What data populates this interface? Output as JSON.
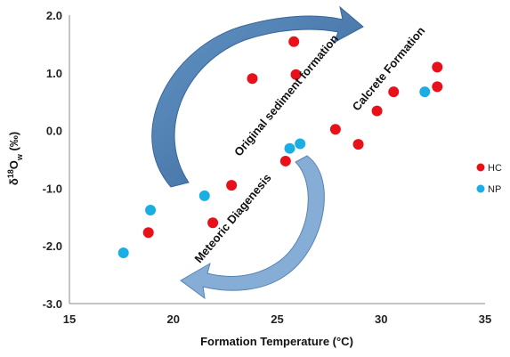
{
  "chart_data": {
    "type": "scatter",
    "xlabel": "Formation Temperature (°C)",
    "ylabel_parts": {
      "delta": "δ",
      "sup": "18",
      "main": "O",
      "sub": "w",
      "unit": " (‰)"
    },
    "xlim": [
      15,
      35
    ],
    "ylim": [
      -3.0,
      2.0
    ],
    "x_ticks": [
      15,
      20,
      25,
      30,
      35
    ],
    "y_ticks": [
      2.0,
      1.0,
      0.0,
      -1.0,
      -2.0,
      -3.0
    ],
    "y_tick_labels": [
      "2.0",
      "1.0",
      "0.0",
      "-1.0",
      "-2.0",
      "-3.0"
    ],
    "series": [
      {
        "name": "HC",
        "color": "#e8111a",
        "points": [
          [
            18.8,
            -1.77
          ],
          [
            21.9,
            -1.6
          ],
          [
            22.8,
            -0.95
          ],
          [
            23.8,
            0.9
          ],
          [
            25.4,
            -0.53
          ],
          [
            25.8,
            1.54
          ],
          [
            25.9,
            0.97
          ],
          [
            27.8,
            0.02
          ],
          [
            28.9,
            -0.24
          ],
          [
            29.8,
            0.34
          ],
          [
            30.6,
            0.67
          ],
          [
            32.7,
            1.1
          ],
          [
            32.7,
            0.76
          ]
        ]
      },
      {
        "name": "NP",
        "color": "#1aaee5",
        "points": [
          [
            17.6,
            -2.12
          ],
          [
            18.9,
            -1.38
          ],
          [
            21.5,
            -1.13
          ],
          [
            25.6,
            -0.31
          ],
          [
            26.1,
            -0.23
          ],
          [
            32.1,
            0.67
          ]
        ]
      }
    ],
    "annotations": [
      {
        "id": "original",
        "text": "Original sediment formation"
      },
      {
        "id": "calcrete",
        "text": "Calcrete Formation"
      },
      {
        "id": "meteoric",
        "text": "Meteoric Diagenesis"
      }
    ],
    "legend_position": "right",
    "grid": false
  }
}
